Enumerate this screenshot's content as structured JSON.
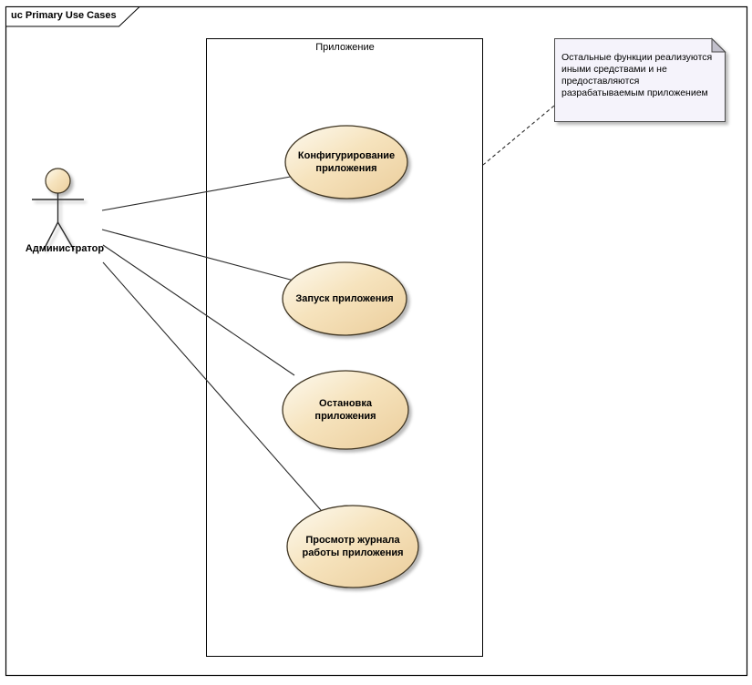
{
  "frame": {
    "title": "uc Primary Use Cases"
  },
  "boundary": {
    "label": "Приложение"
  },
  "actor": {
    "label": "Администратор"
  },
  "use_cases": [
    {
      "label": "Конфигурирование\nприложения"
    },
    {
      "label": "Запуск приложения"
    },
    {
      "label": "Остановка\nприложения"
    },
    {
      "label": "Просмотр журнала\nработы приложения"
    }
  ],
  "note": {
    "text": "Остальные функции реализуются\nиными средствами и не\nпредоставляются\nразрабатываемым приложением"
  },
  "connections": {
    "actor_associations": 4,
    "note_link_style": "dashed"
  },
  "colors": {
    "usecase_fill_light": "#fdfaf0",
    "usecase_fill_dark": "#ebcd9b",
    "usecase_border": "#3f3522",
    "note_fill": "#f5f3fb",
    "note_fold": "#c2c0cc",
    "line": "#2a2a2a",
    "shadow": "#b9b9b9",
    "frame_border": "#000000"
  }
}
